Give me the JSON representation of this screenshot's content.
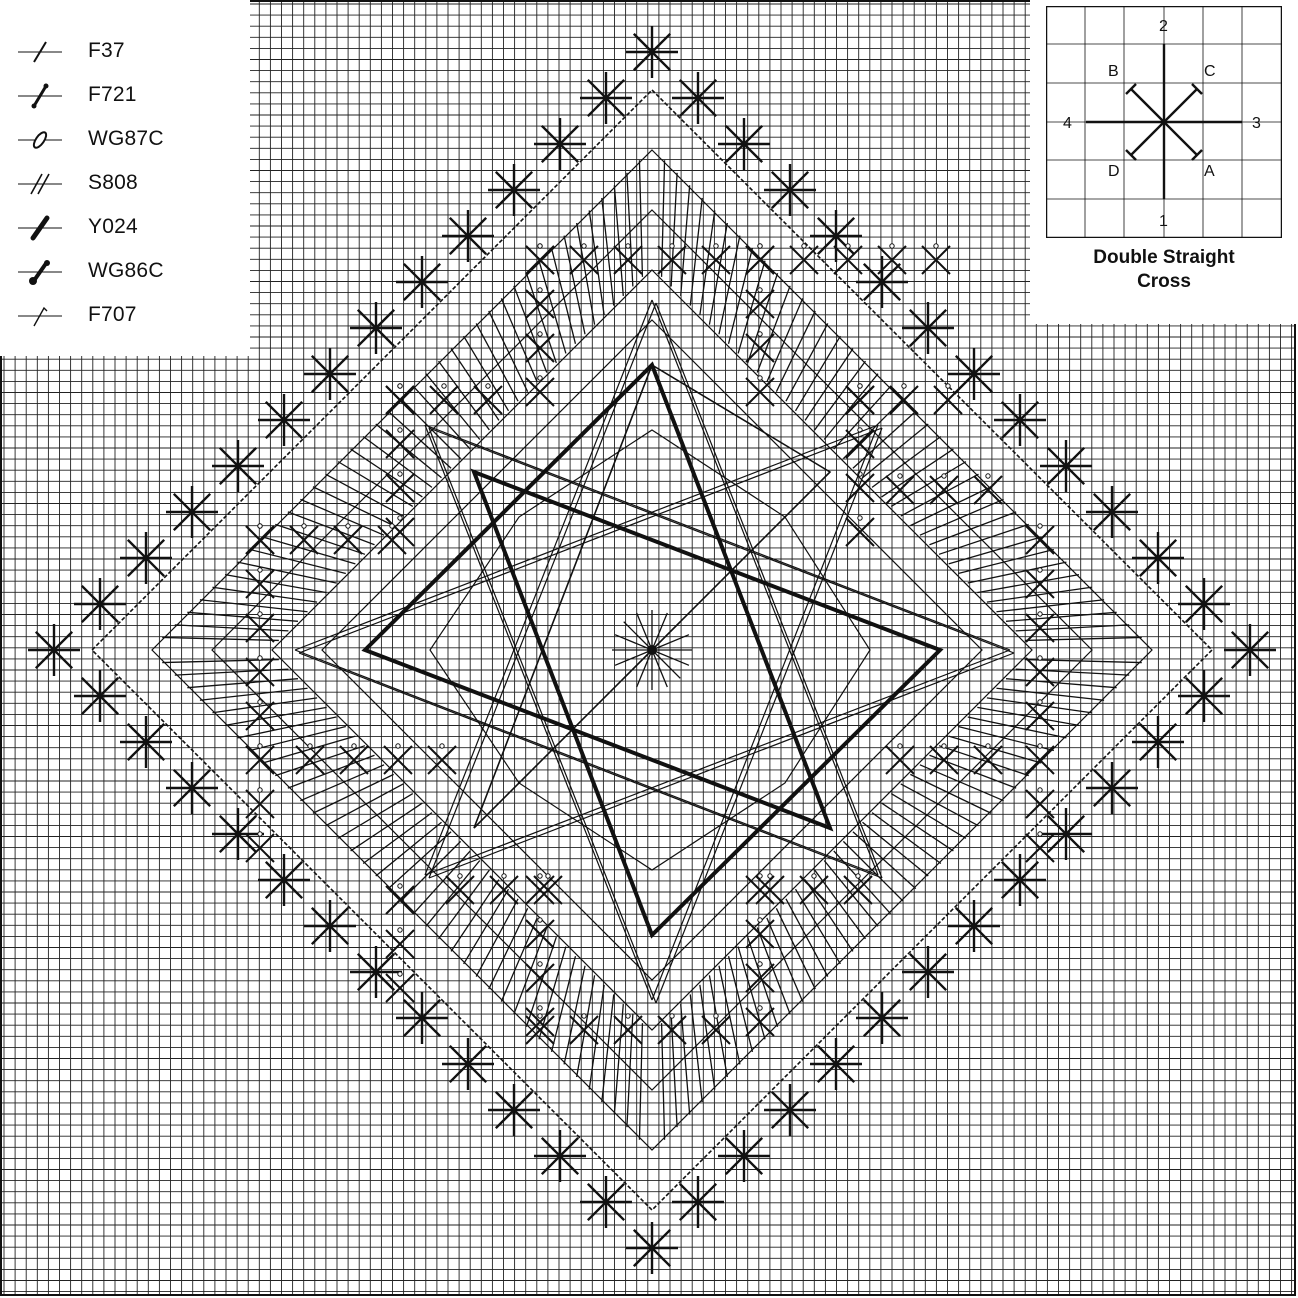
{
  "legend": {
    "items": [
      {
        "code": "F37",
        "symbol": "thin-slash-icon"
      },
      {
        "code": "F721",
        "symbol": "dotted-slash-icon"
      },
      {
        "code": "WG87C",
        "symbol": "oval-slash-icon"
      },
      {
        "code": "S808",
        "symbol": "double-slash-icon"
      },
      {
        "code": "Y024",
        "symbol": "thick-slash-icon"
      },
      {
        "code": "WG86C",
        "symbol": "bead-slash-icon"
      },
      {
        "code": "F707",
        "symbol": "hook-slash-icon"
      }
    ]
  },
  "stitch_diagram": {
    "points": {
      "top": "2",
      "bottom": "1",
      "left": "4",
      "right": "3",
      "upper_left": "B",
      "upper_right": "C",
      "lower_left": "D",
      "lower_right": "A"
    },
    "caption_line1": "Double Straight",
    "caption_line2": "Cross"
  },
  "colors": {
    "ink": "#111111",
    "grid": "#222222",
    "paper": "#ffffff"
  }
}
